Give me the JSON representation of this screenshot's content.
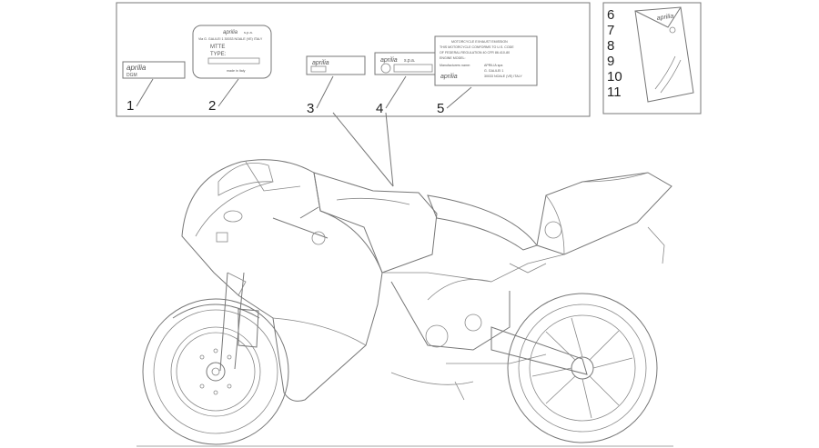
{
  "callouts": [
    "1",
    "2",
    "3",
    "4",
    "5"
  ],
  "kit_numbers": [
    "6",
    "7",
    "8",
    "9",
    "10",
    "11"
  ],
  "label1": {
    "brand": "aprilia",
    "text": "DGM"
  },
  "label2": {
    "brand": "aprilia",
    "suffix": "s.p.a.",
    "address": "Via G. GALILEI 1  30033 NOALE (VE) ITALY",
    "line1": "MTTE",
    "line2": "TYPE:",
    "footer": "made in Italy"
  },
  "label3": {
    "brand": "aprilia"
  },
  "label4": {
    "brand": "aprilia",
    "suffix": "s.p.a."
  },
  "label5": {
    "lines": [
      "MOTORCYCLE EXHAUST EMISSION",
      "THIS MOTORCYCLE CONFORMS TO U.S. CODE",
      "OF FEDERAL REGULATION 40 CFR 86.410-80",
      "ENGINE MODEL:"
    ],
    "manufacturer_label": "Manufacturers name:",
    "right_lines": [
      "APRILIA spa",
      "G. GALILEI 1",
      "30033 NOALE (VE) ITALY"
    ],
    "brand": "aprilia"
  },
  "bag": {
    "brand": "aprilia"
  }
}
